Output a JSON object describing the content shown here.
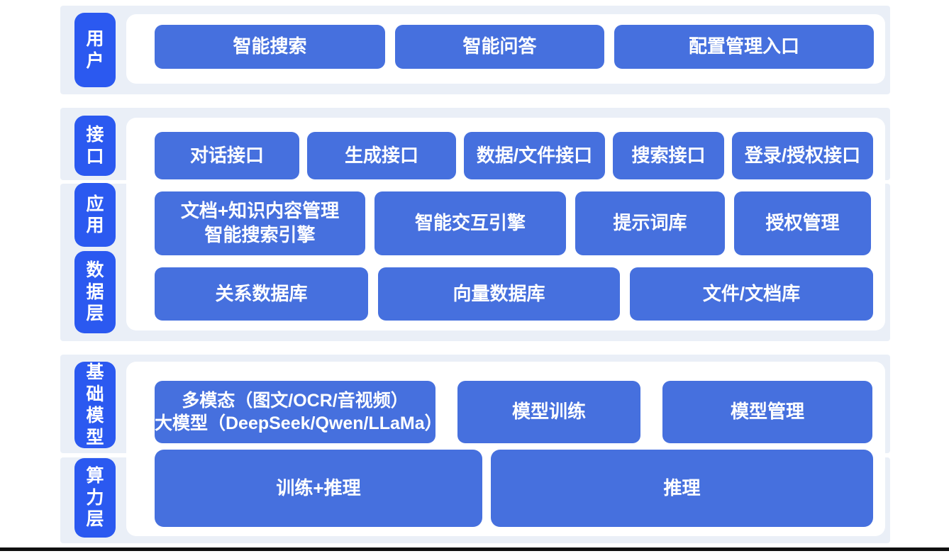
{
  "colors": {
    "band_bg": "#eaeff7",
    "tab_blue": "#2b59f0",
    "button_blue": "#4670de",
    "panel_bg": "#ffffff",
    "node_text": "#ffffff",
    "baseline": "#101010"
  },
  "layers": {
    "user": {
      "tab": "用户",
      "nodes": {
        "smart_search": "智能搜索",
        "smart_qa": "智能问答",
        "config_entry": "配置管理入口"
      }
    },
    "middle": {
      "tabs": {
        "interface": "接口",
        "application": "应用",
        "data": "数据层"
      },
      "interface_row": {
        "dialog": "对话接口",
        "generation": "生成接口",
        "data_file": "数据/文件接口",
        "search": "搜索接口",
        "login_auth": "登录/授权接口"
      },
      "application_row": {
        "doc_km_line1": "文档+知识内容管理",
        "doc_km_line2": "智能搜索引擎",
        "interaction_engine": "智能交互引擎",
        "prompt_library": "提示词库",
        "auth_management": "授权管理"
      },
      "data_row": {
        "relational_db": "关系数据库",
        "vector_db": "向量数据库",
        "file_doc_store": "文件/文档库"
      }
    },
    "bottom": {
      "tabs": {
        "foundation_model": "基础模型",
        "compute": "算力层"
      },
      "model_row": {
        "multimodal_line1": "多模态（图文/OCR/音视频）",
        "multimodal_line2": "大模型（DeepSeek/Qwen/LLaMa）",
        "model_training": "模型训练",
        "model_management": "模型管理"
      },
      "compute_row": {
        "train_inference": "训练+推理",
        "inference": "推理"
      }
    }
  }
}
